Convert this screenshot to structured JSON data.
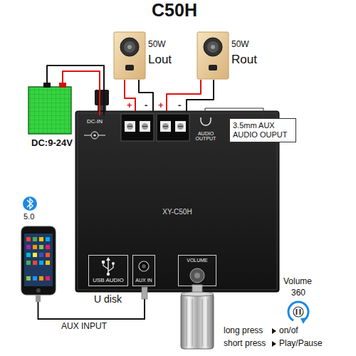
{
  "diagram": {
    "title": "C50H",
    "nodes": [
      {
        "text": [
          "50W",
          "Lout"
        ]
      },
      {
        "text": [
          "50W",
          "Rout"
        ]
      },
      {
        "text": [
          "3.5mm AUX AUDIO OUPUT"
        ]
      },
      {
        "text": [
          "DC:9-24V"
        ]
      },
      {
        "text": [
          "XY-C50H"
        ]
      },
      {
        "text": [
          "DC-IN"
        ],
        "in": 4
      },
      {
        "text": [
          "AUDIO OUTPUT"
        ],
        "in": 4
      },
      {
        "text": [
          "USB AUDIO"
        ],
        "in": 4
      },
      {
        "text": [
          "AUX IN"
        ],
        "in": 4
      },
      {
        "text": [
          "VOLUME"
        ],
        "in": 4
      }
    ],
    "edges": [
      {
        "from": 0,
        "to": 4,
        "arrow": "none"
      },
      {
        "from": 1,
        "to": 4,
        "arrow": "none"
      },
      {
        "from": 6,
        "to": 2,
        "arrow": "none"
      },
      {
        "from": 3,
        "to": 5,
        "arrow": "none"
      }
    ],
    "labels": [
      "+",
      "-",
      "+",
      "-",
      "5.0",
      "U disk",
      "AUX INPUT",
      "Volume",
      "360",
      "long press",
      "on/of",
      "short press",
      "Play/Pause"
    ]
  }
}
